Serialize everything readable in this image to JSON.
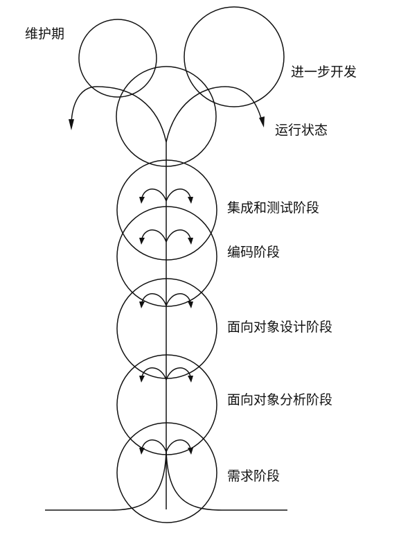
{
  "labels": {
    "maintenance": "维护期",
    "further_development": "进一步开发",
    "operation": "运行状态",
    "integration_testing": "集成和测试阶段",
    "coding": "编码阶段",
    "oo_design": "面向对象设计阶段",
    "oo_analysis": "面向对象分析阶段",
    "requirements": "需求阶段"
  },
  "colors": {
    "line": "#111111",
    "background": "#ffffff"
  }
}
